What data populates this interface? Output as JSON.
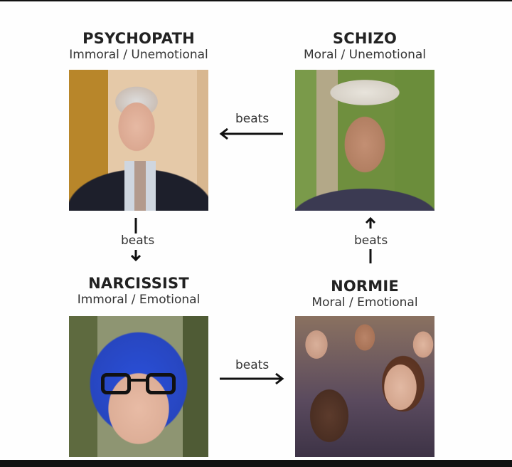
{
  "diagram": {
    "nodes": [
      {
        "id": "psychopath",
        "name": "PSYCHOPATH",
        "description": "Immoral / Unemotional",
        "position": "top-left"
      },
      {
        "id": "schizo",
        "name": "SCHIZO",
        "description": "Moral / Unemotional",
        "position": "top-right"
      },
      {
        "id": "narcissist",
        "name": "NARCISSIST",
        "description": "Immoral / Emotional",
        "position": "bottom-left"
      },
      {
        "id": "normie",
        "name": "NORMIE",
        "description": "Moral / Emotional",
        "position": "bottom-right"
      }
    ],
    "edges": [
      {
        "from": "schizo",
        "to": "psychopath",
        "label": "beats"
      },
      {
        "from": "psychopath",
        "to": "narcissist",
        "label": "beats"
      },
      {
        "from": "narcissist",
        "to": "normie",
        "label": "beats"
      },
      {
        "from": "normie",
        "to": "schizo",
        "label": "beats"
      }
    ]
  }
}
